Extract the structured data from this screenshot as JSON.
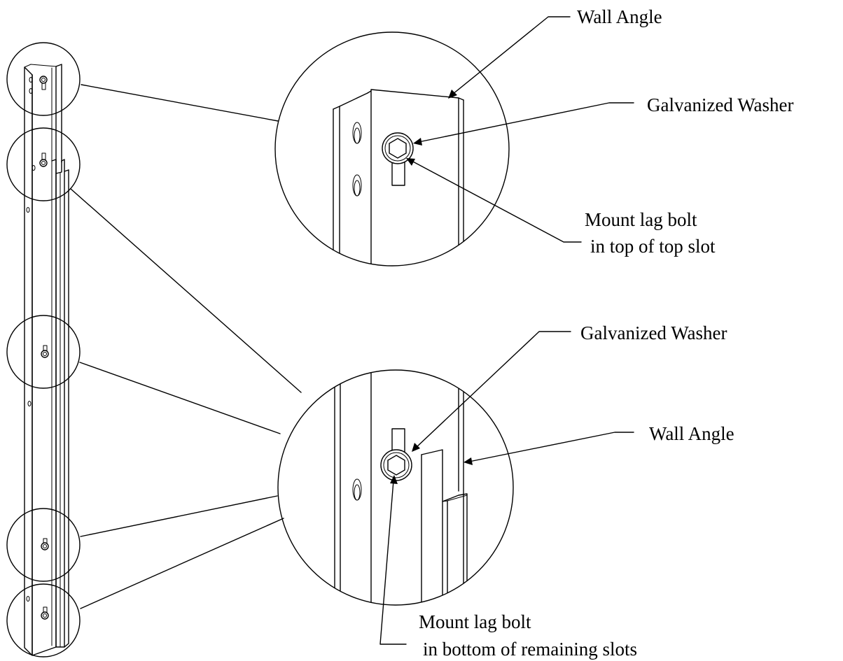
{
  "labels": {
    "top_wall_angle": "Wall Angle",
    "top_washer": "Galvanized Washer",
    "top_mount_line1": "Mount lag bolt",
    "top_mount_line2": "in top of top slot",
    "bottom_washer": "Galvanized Washer",
    "bottom_wall_angle": "Wall Angle",
    "bottom_mount_line1": "Mount lag bolt",
    "bottom_mount_line2": "in bottom of remaining slots"
  },
  "colors": {
    "stroke": "#000000",
    "background": "#ffffff"
  },
  "icons": {
    "bolt": "hex-bolt-icon",
    "washer": "washer-icon"
  }
}
